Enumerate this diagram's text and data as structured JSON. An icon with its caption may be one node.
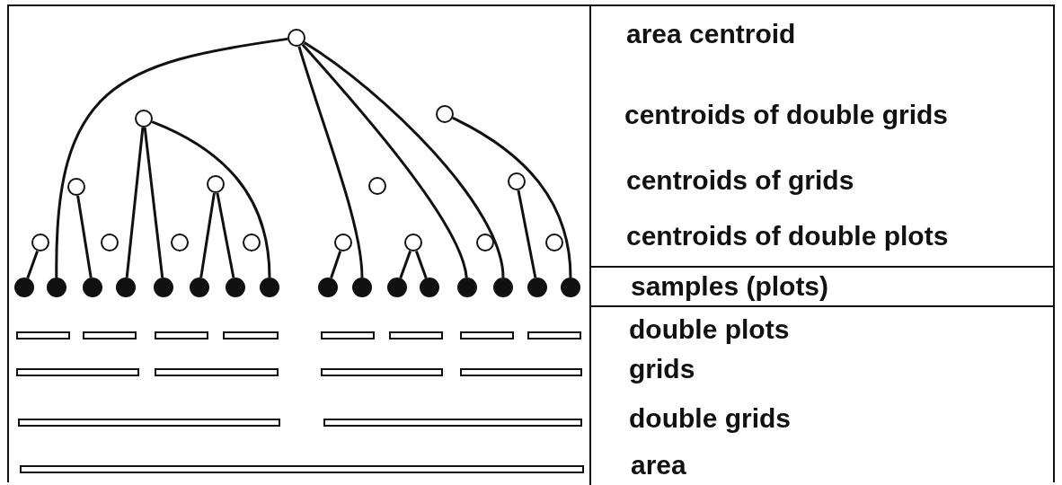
{
  "diagram": {
    "nodes": [
      {
        "text": [],
        "shape": "circle"
      },
      {
        "text": [],
        "shape": "circle"
      },
      {
        "text": [],
        "shape": "circle"
      },
      {
        "text": [],
        "shape": "circle"
      },
      {
        "text": [],
        "shape": "circle"
      },
      {
        "text": [],
        "shape": "circle"
      },
      {
        "text": [],
        "shape": "circle"
      },
      {
        "text": [],
        "shape": "circle"
      },
      {
        "text": [],
        "shape": "circle"
      },
      {
        "text": [],
        "shape": "circle"
      },
      {
        "text": [],
        "shape": "circle"
      },
      {
        "text": [],
        "shape": "circle"
      },
      {
        "text": [],
        "shape": "circle"
      },
      {
        "text": [],
        "shape": "circle"
      },
      {
        "text": [],
        "shape": "circle"
      },
      {
        "text": [],
        "shape": "circle"
      },
      {
        "text": [],
        "shape": "circle"
      },
      {
        "text": [],
        "shape": "circle"
      },
      {
        "text": [],
        "shape": "circle"
      },
      {
        "text": [],
        "shape": "circle"
      },
      {
        "text": [],
        "shape": "circle"
      },
      {
        "text": [],
        "shape": "circle"
      },
      {
        "text": [],
        "shape": "circle"
      },
      {
        "text": [],
        "shape": "circle"
      },
      {
        "text": [],
        "shape": "circle"
      },
      {
        "text": [],
        "shape": "circle"
      },
      {
        "text": [],
        "shape": "circle"
      },
      {
        "text": [],
        "shape": "circle"
      },
      {
        "text": [],
        "shape": "circle"
      },
      {
        "text": [],
        "shape": "circle"
      },
      {
        "text": [],
        "shape": "circle"
      },
      {
        "text": [
          "samples (plots)"
        ]
      }
    ],
    "edges": [
      {
        "from": 7,
        "to": 15,
        "arrow": "none"
      },
      {
        "from": 0,
        "to": 16,
        "arrow": "none"
      },
      {
        "from": 3,
        "to": 17,
        "arrow": "none"
      },
      {
        "from": 1,
        "to": 18,
        "arrow": "none"
      },
      {
        "from": 1,
        "to": 19,
        "arrow": "none"
      },
      {
        "from": 4,
        "to": 20,
        "arrow": "none"
      },
      {
        "from": 4,
        "to": 21,
        "arrow": "none"
      },
      {
        "from": 1,
        "to": 22,
        "arrow": "none"
      },
      {
        "from": 11,
        "to": 23,
        "arrow": "none"
      },
      {
        "from": 0,
        "to": 24,
        "arrow": "none"
      },
      {
        "from": 12,
        "to": 25,
        "arrow": "none"
      },
      {
        "from": 12,
        "to": 26,
        "arrow": "none"
      },
      {
        "from": 0,
        "to": 27,
        "arrow": "none"
      },
      {
        "from": 0,
        "to": 28,
        "arrow": "none"
      },
      {
        "from": 6,
        "to": 29,
        "arrow": "none"
      },
      {
        "from": 2,
        "to": 30,
        "arrow": "none"
      }
    ],
    "labels": [
      "area centroid",
      "centroids of double grids",
      "centroids of grids",
      "centroids of double plots",
      "double plots",
      "grids",
      "double grids",
      "area"
    ]
  }
}
